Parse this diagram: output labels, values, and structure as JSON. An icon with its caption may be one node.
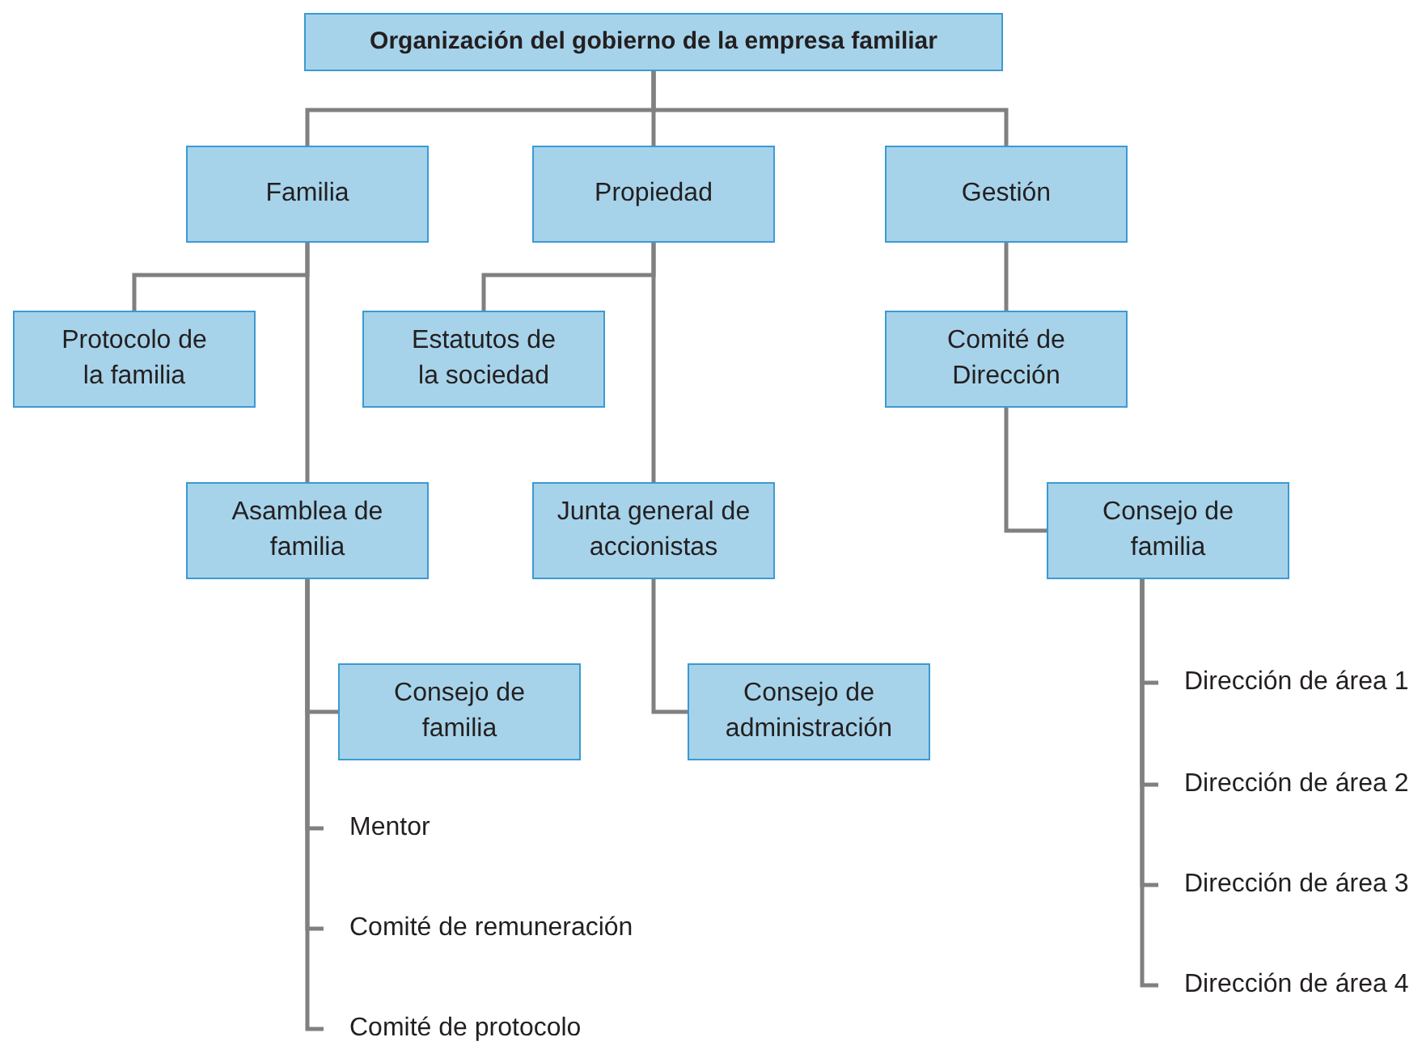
{
  "diagram": {
    "nodes": [
      {
        "text": [
          "Organización del gobierno de la empresa familiar"
        ]
      },
      {
        "text": [
          "Familia"
        ]
      },
      {
        "text": [
          "Propiedad"
        ]
      },
      {
        "text": [
          "Gestión"
        ]
      },
      {
        "text": [
          "Protocolo de la familia"
        ]
      },
      {
        "text": [
          "Estatutos de la sociedad"
        ]
      },
      {
        "text": [
          "Comité de Dirección"
        ]
      },
      {
        "text": [
          "Asamblea de familia"
        ]
      },
      {
        "text": [
          "Junta general de accionistas"
        ]
      },
      {
        "text": [
          "Consejo de familia"
        ]
      },
      {
        "text": [
          "Consejo de familia"
        ]
      },
      {
        "text": [
          "Consejo de administración"
        ]
      },
      {
        "text": [
          "Mentor"
        ]
      },
      {
        "text": [
          "Comité de remuneración"
        ]
      },
      {
        "text": [
          "Comité de protocolo"
        ]
      },
      {
        "text": [
          "Dirección de área 1"
        ]
      },
      {
        "text": [
          "Dirección de área 2"
        ]
      },
      {
        "text": [
          "Dirección de área 3"
        ]
      },
      {
        "text": [
          "Dirección de área 4"
        ]
      }
    ],
    "edges": [
      {
        "from": 0,
        "to": 1,
        "arrow": "none"
      },
      {
        "from": 0,
        "to": 2,
        "arrow": "none"
      },
      {
        "from": 0,
        "to": 3,
        "arrow": "none"
      },
      {
        "from": 1,
        "to": 4,
        "arrow": "none"
      },
      {
        "from": 1,
        "to": 7,
        "arrow": "none"
      },
      {
        "from": 2,
        "to": 5,
        "arrow": "none"
      },
      {
        "from": 2,
        "to": 8,
        "arrow": "none"
      },
      {
        "from": 3,
        "to": 6,
        "arrow": "none"
      },
      {
        "from": 6,
        "to": 9,
        "arrow": "none"
      },
      {
        "from": 7,
        "to": 10,
        "arrow": "none"
      },
      {
        "from": 7,
        "to": 12,
        "arrow": "none"
      },
      {
        "from": 7,
        "to": 13,
        "arrow": "none"
      },
      {
        "from": 7,
        "to": 14,
        "arrow": "none"
      },
      {
        "from": 8,
        "to": 11,
        "arrow": "none"
      },
      {
        "from": 9,
        "to": 15,
        "arrow": "none"
      },
      {
        "from": 9,
        "to": 16,
        "arrow": "none"
      },
      {
        "from": 9,
        "to": 17,
        "arrow": "none"
      },
      {
        "from": 9,
        "to": 18,
        "arrow": "none"
      }
    ]
  }
}
